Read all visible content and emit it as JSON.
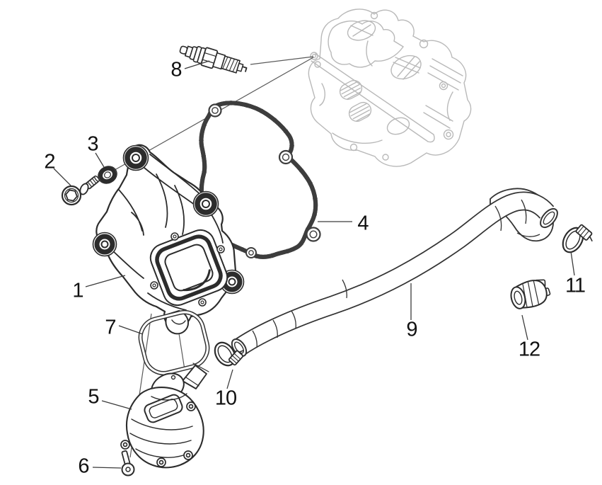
{
  "diagram": {
    "background_color": "#ffffff",
    "line_color": "#2f2f2f",
    "ghost_line_color": "#b9b9b9",
    "label_color": "#111111",
    "callouts": [
      "1",
      "2",
      "3",
      "4",
      "5",
      "6",
      "7",
      "8",
      "9",
      "10",
      "11",
      "12"
    ]
  }
}
